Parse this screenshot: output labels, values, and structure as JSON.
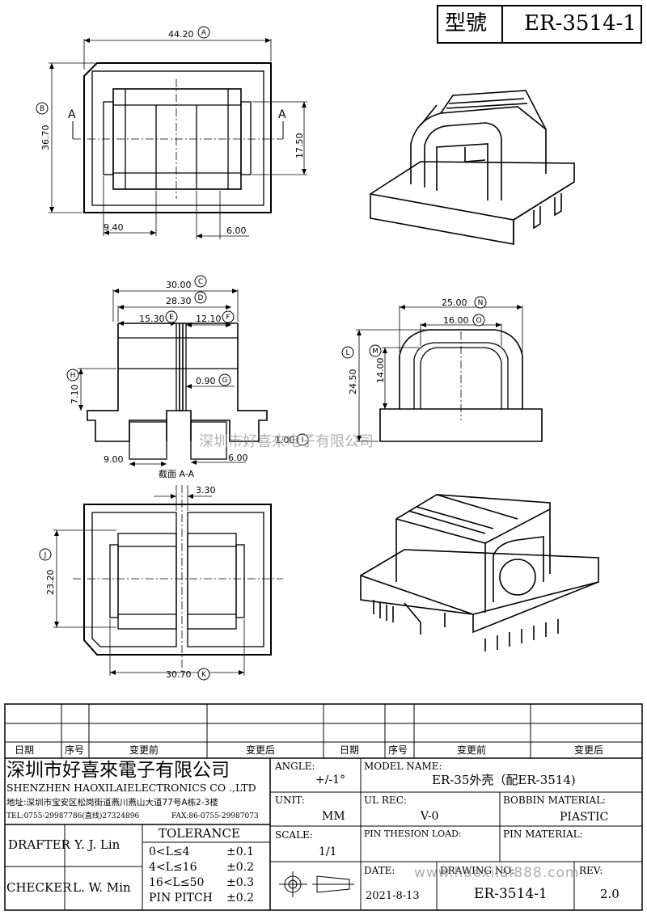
{
  "header": {
    "model_label": "型號",
    "model_value": "ER-3514-1"
  },
  "drawing": {
    "dims": {
      "a": "44.20",
      "b": "36.70",
      "c": "30.00",
      "d": "28.30",
      "e": "15.30",
      "f": "12.10",
      "g": "0.90",
      "h": "7.10",
      "i": "1.00",
      "j": "23.20",
      "k": "30.70",
      "l": "24.50",
      "m": "14.00",
      "n": "25.00",
      "o": "16.00",
      "w17": "17.50",
      "w940": "9.40",
      "w600a": "6.00",
      "w900": "9.00",
      "w600b": "6.00",
      "w330": "3.30"
    },
    "circle_letters": [
      "A",
      "B",
      "C",
      "D",
      "E",
      "F",
      "G",
      "H",
      "I",
      "J",
      "K",
      "L",
      "M",
      "N",
      "O"
    ],
    "section_marker": "A",
    "section_caption": "截面  A-A",
    "watermark": "深圳市好喜來电子有限公司"
  },
  "revision_table": {
    "headers": [
      "日期",
      "序号",
      "变更前",
      "变更后",
      "日期",
      "序号",
      "变更前",
      "变更后"
    ]
  },
  "company": {
    "name_cn": "深圳市好喜來電子有限公司",
    "name_en": "SHENZHEN HAOXILAIELECTRONICS CO .,LTD",
    "address": "地址:深圳市宝安区松岗街道燕川燕山大道77号A栋2-3楼",
    "tel": "TEL:0755-29987786(直线)27324896",
    "fax": "FAX:86-0755-29987073"
  },
  "drafter": {
    "label": "DRAFTER",
    "value": "Y. J. Lin"
  },
  "checker": {
    "label": "CHECKER",
    "value": "L. W. Min"
  },
  "tolerance": {
    "title": "TOLERANCE",
    "rows": [
      {
        "range": "0<L≤4",
        "value": "±0.1"
      },
      {
        "range": "4<L≤16",
        "value": "±0.2"
      },
      {
        "range": "16<L≤50",
        "value": "±0.3"
      },
      {
        "range": "PIN PITCH",
        "value": "±0.2"
      }
    ]
  },
  "fields": {
    "angle_label": "ANGLE:",
    "angle_value": "+/-1°",
    "unit_label": "UNIT:",
    "unit_value": "MM",
    "scale_label": "SCALE:",
    "scale_value": "1/1",
    "model_name_label": "MODEL NAME:",
    "model_name_value": "ER-35外壳（配ER-3514)",
    "ul_label": "UL REC:",
    "ul_value": "V-0",
    "bobbin_label": "BOBBIN MATERIAL:",
    "bobbin_value": "PIASTIC",
    "pin_load_label": "PIN THESION LOAD:",
    "pin_material_label": "PIN MATERIAL:",
    "date_label": "DATE:",
    "date_value": "2021-8-13",
    "drawing_no_label": "DRAWING NO:",
    "drawing_no_value": "ER-3514-1",
    "rev_label": "REV:",
    "rev_value": "2.0"
  },
  "watermark_url": "www.haoxilai888.com"
}
